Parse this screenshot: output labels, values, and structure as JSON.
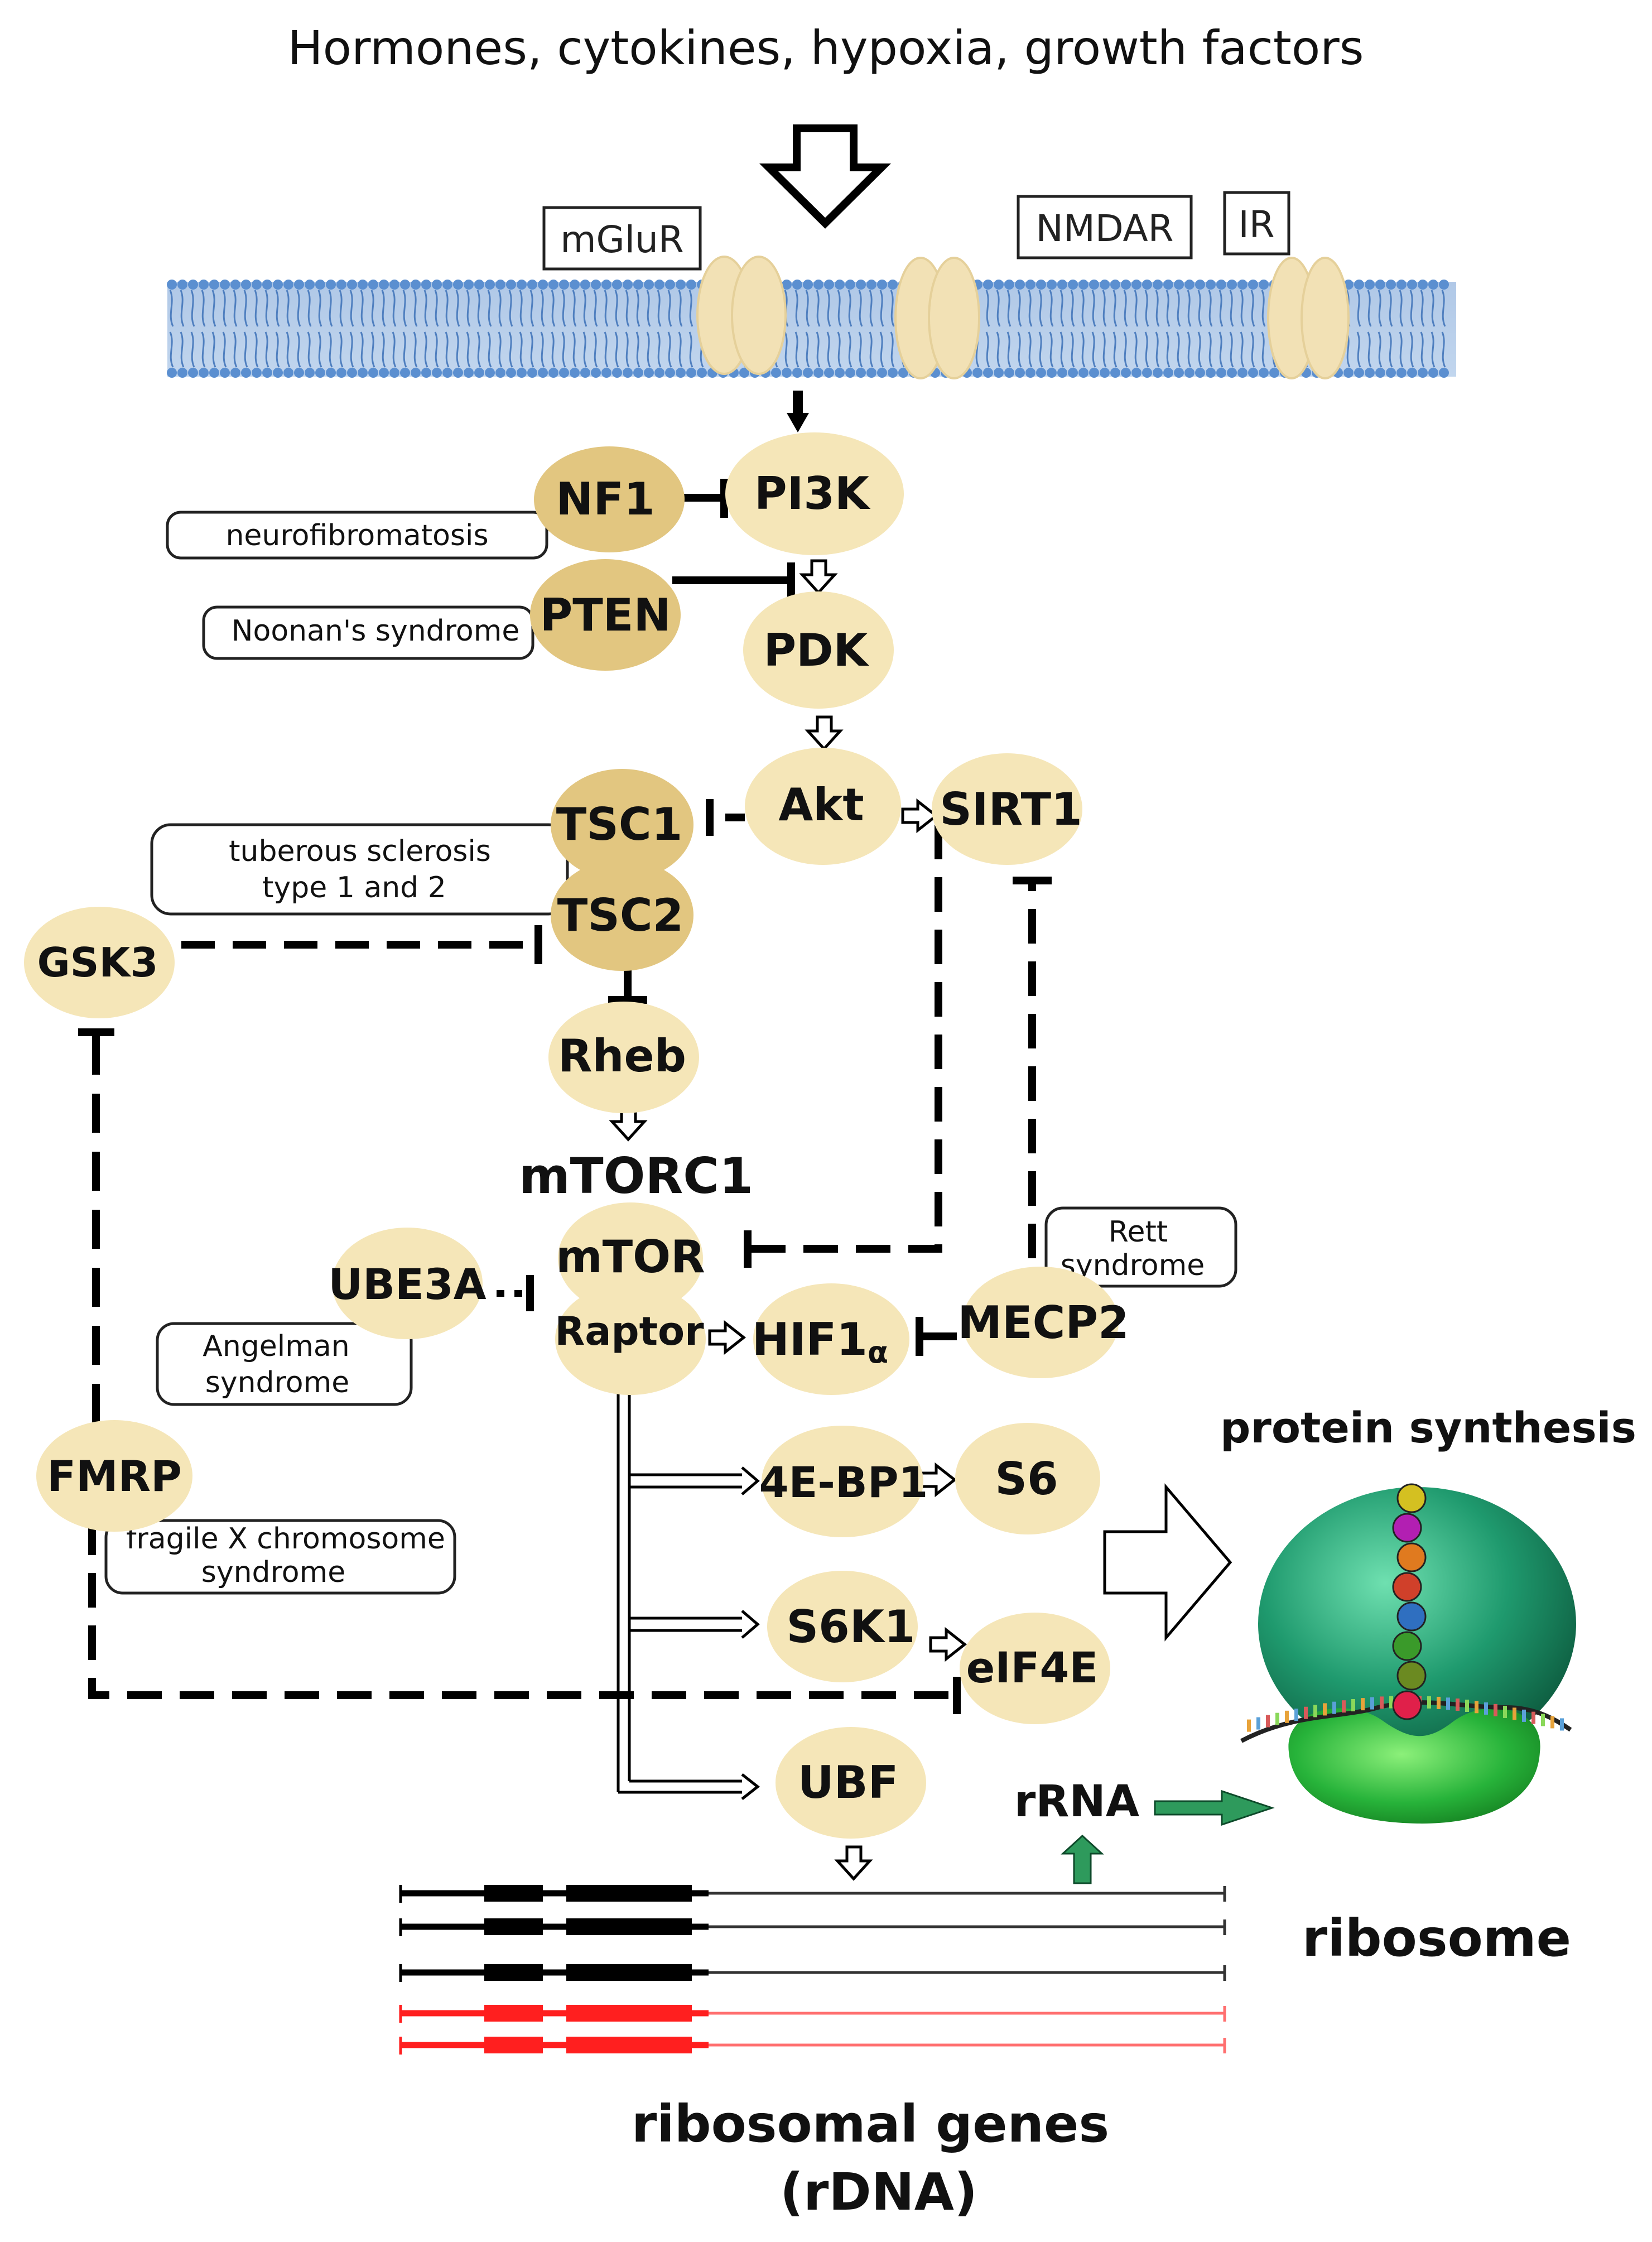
{
  "header": {
    "signals": "Hormones, cytokines, hypoxia, growth factors"
  },
  "receptors": {
    "mglur": "mGluR",
    "nmdar": "NMDAR",
    "ir": "IR"
  },
  "nodes": {
    "nf1": "NF1",
    "pi3k": "PI3K",
    "pten": "PTEN",
    "pdk": "PDK",
    "akt": "Akt",
    "sirt1": "SIRT1",
    "tsc1": "TSC1",
    "tsc2": "TSC2",
    "gsk3": "GSK3",
    "rheb": "Rheb",
    "mtorc1": "mTORC1",
    "mtor": "mTOR",
    "raptor": "Raptor",
    "ube3a": "UBE3A",
    "hif1a": "HIF1",
    "hif1a_sub": "α",
    "mecp2": "MECP2",
    "fmrp": "FMRP",
    "4ebp1": "4E-BP1",
    "s6": "S6",
    "s6k1": "S6K1",
    "eif4e": "eIF4E",
    "ubf": "UBF",
    "rrna": "rRNA"
  },
  "diseases": {
    "neurofibromatosis": "neurofibromatosis",
    "noonan": "Noonan's syndrome",
    "tuberous_1": "tuberous sclerosis",
    "tuberous_2": "type 1 and 2",
    "rett_1": "Rett",
    "rett_2": "syndrome",
    "angelman_1": "Angelman",
    "angelman_2": "syndrome",
    "fragilex_1": "fragile X chromosome",
    "fragilex_2": "syndrome"
  },
  "outputs": {
    "protein_synthesis": "protein synthesis",
    "ribosome": "ribosome",
    "rdna_1": "ribosomal genes",
    "rdna_2": "(rDNA)"
  },
  "colors": {
    "node_light": "#f5e6b8",
    "node_dark": "#e2c680",
    "membrane_head": "#5b8fd0",
    "membrane_tail": "#7ea6d8",
    "gene_active": "#ff1f1f",
    "arrow_green": "#2e9a5c",
    "ribosome_top": "#1f9a6e",
    "ribosome_bottom": "#27b33a"
  }
}
